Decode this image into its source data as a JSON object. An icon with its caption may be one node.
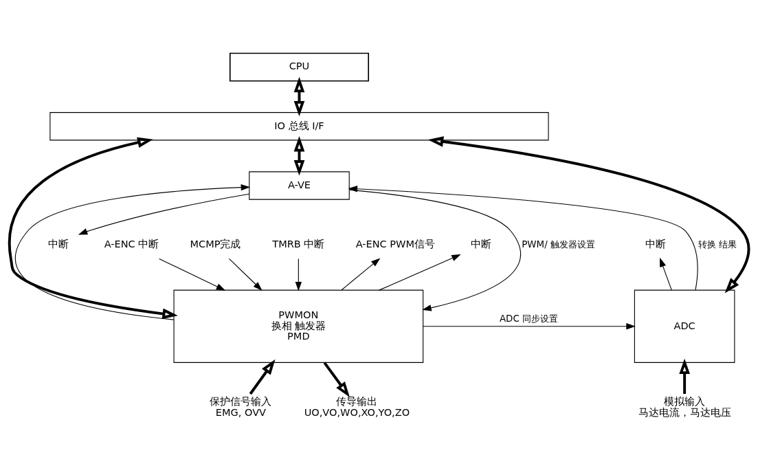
{
  "diagram": {
    "nodes": [
      {
        "text": [
          "CPU"
        ]
      },
      {
        "text": [
          "IO 总线 I/F"
        ]
      },
      {
        "text": [
          "A-ENC PWM信号"
        ]
      },
      {
        "text": [
          "A-ENC 中断"
        ]
      },
      {
        "text": [
          "MCMP完成"
        ]
      },
      {
        "text": [
          "TMRB 中断"
        ]
      },
      {
        "text": [
          "中断"
        ]
      },
      {
        "text": [
          "中断"
        ]
      },
      {
        "text": [
          "中断"
        ]
      },
      {
        "text": [
          "A-VE"
        ]
      },
      {
        "text": [
          "PWMON",
          "换相 触发器",
          "PMD"
        ]
      },
      {
        "text": [
          "ADC"
        ]
      },
      {
        "text": [
          "保护信号输入",
          "EMG, OVV"
        ]
      },
      {
        "text": [
          "传导输出",
          "UO,VO,WO,XO,YO,ZO"
        ]
      },
      {
        "text": [
          "模拟输入",
          "马达电流，马达电压"
        ]
      }
    ],
    "edges": [
      {
        "from": 0,
        "to": 1,
        "arrow": "both",
        "style": "thick"
      },
      {
        "from": 1,
        "to": 10,
        "arrow": "both",
        "style": "thick"
      },
      {
        "from": 1,
        "to": 9,
        "arrow": "both",
        "style": "thick"
      },
      {
        "from": 1,
        "to": 11,
        "arrow": "both",
        "style": "thick"
      },
      {
        "from": 10,
        "to": 2,
        "arrow": "to"
      },
      {
        "from": 3,
        "to": 10,
        "arrow": "to"
      },
      {
        "from": 4,
        "to": 10,
        "arrow": "to"
      },
      {
        "from": 5,
        "to": 10,
        "arrow": "to"
      },
      {
        "from": 10,
        "to": 6,
        "arrow": "to"
      },
      {
        "from": 10,
        "to": 9,
        "arrow": "to"
      },
      {
        "from": 9,
        "to": 7,
        "arrow": "to"
      },
      {
        "from": 11,
        "to": 8,
        "arrow": "to"
      },
      {
        "from": 11,
        "to": 9,
        "arrow": "to",
        "label": "转换 结果"
      },
      {
        "from": 9,
        "to": 10,
        "arrow": "to",
        "label": "PWM/ 触发器设置"
      },
      {
        "from": 10,
        "to": 11,
        "arrow": "to",
        "label": "ADC 同步设置"
      },
      {
        "from": 12,
        "to": 10,
        "arrow": "to",
        "style": "thick"
      },
      {
        "from": 10,
        "to": 13,
        "arrow": "to",
        "style": "thick"
      },
      {
        "from": 14,
        "to": 11,
        "arrow": "to",
        "style": "thick"
      }
    ]
  }
}
